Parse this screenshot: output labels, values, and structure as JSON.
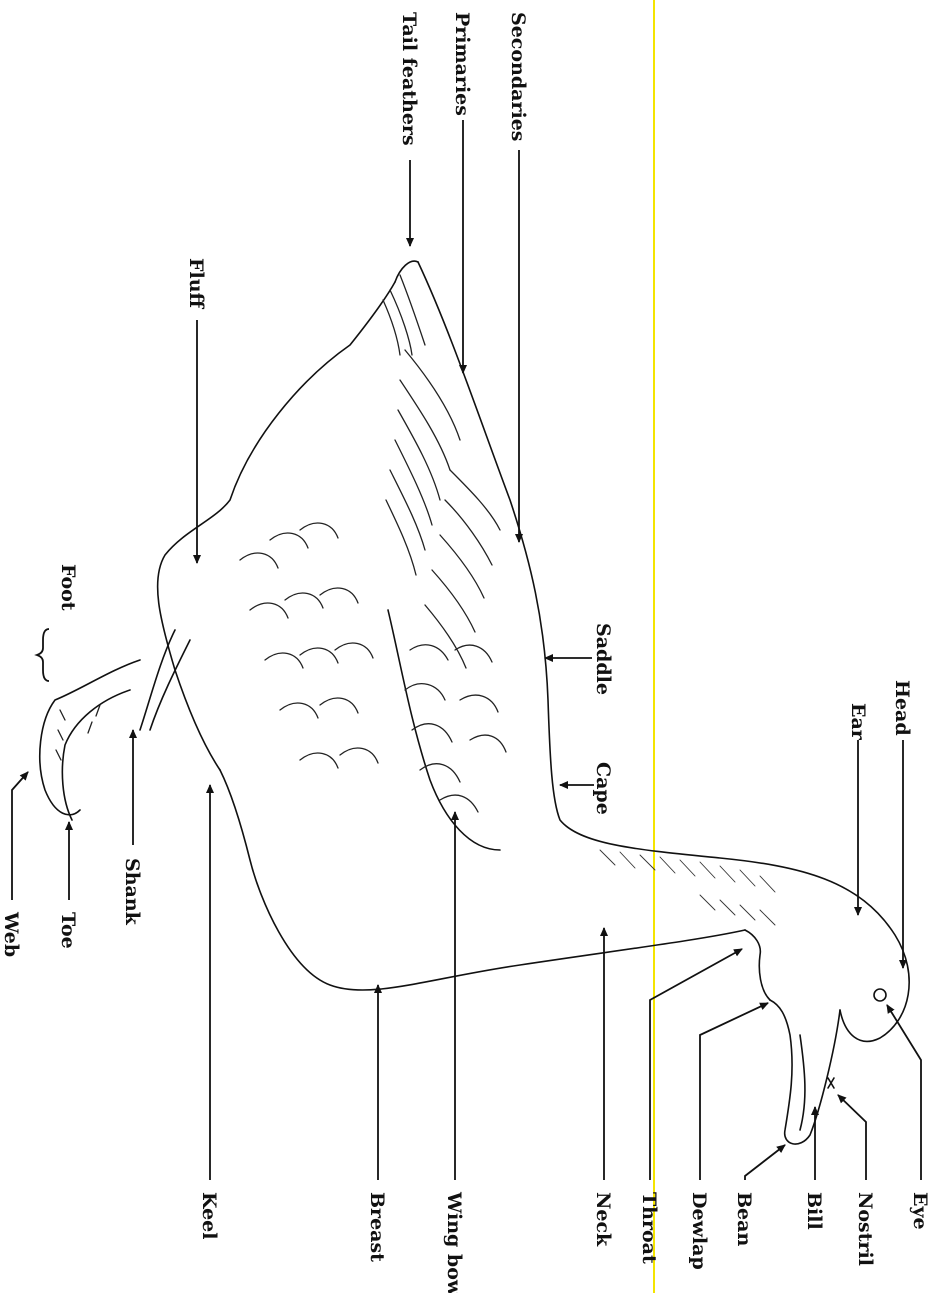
{
  "colors": {
    "ink": "#111111",
    "guide_line": "#f4e400",
    "background": "#ffffff"
  },
  "labels": {
    "secondaries": "Secondaries",
    "primaries": "Primaries",
    "tail_feathers": "Tail feathers",
    "fluff": "Fluff",
    "foot": "Foot",
    "saddle": "Saddle",
    "cape": "Cape",
    "head": "Head",
    "ear": "Ear",
    "eye": "Eye",
    "nostril": "Nostril",
    "bill": "Bill",
    "bean": "Bean",
    "dewlap": "Dewlap",
    "throat": "Throat",
    "neck": "Neck",
    "wing_bow": "Wing bow",
    "breast": "Breast",
    "keel": "Keel",
    "shank": "Shank",
    "toe": "Toe",
    "web": "Web"
  }
}
